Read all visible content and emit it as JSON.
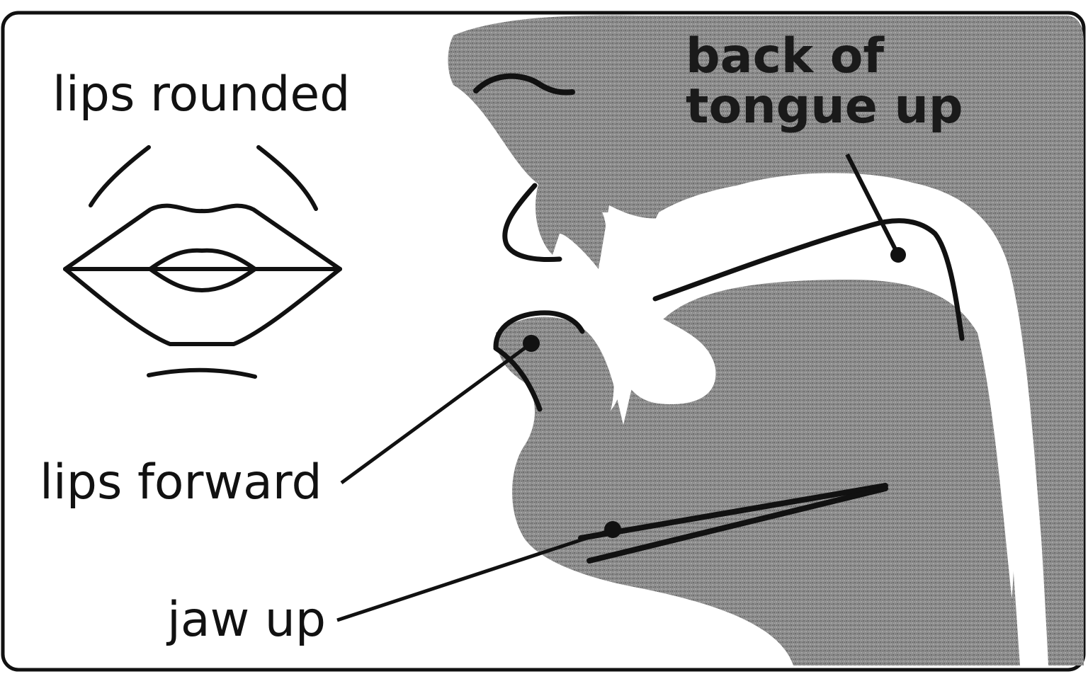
{
  "diagram": {
    "labels": {
      "lips_rounded": "lips rounded",
      "back_of_tongue_up": "back of\ntongue up",
      "lips_forward": "lips forward",
      "jaw_up": "jaw up"
    },
    "colors": {
      "background": "#ffffff",
      "tissue_fill": "#8a8a8a",
      "line": "#111111"
    }
  }
}
